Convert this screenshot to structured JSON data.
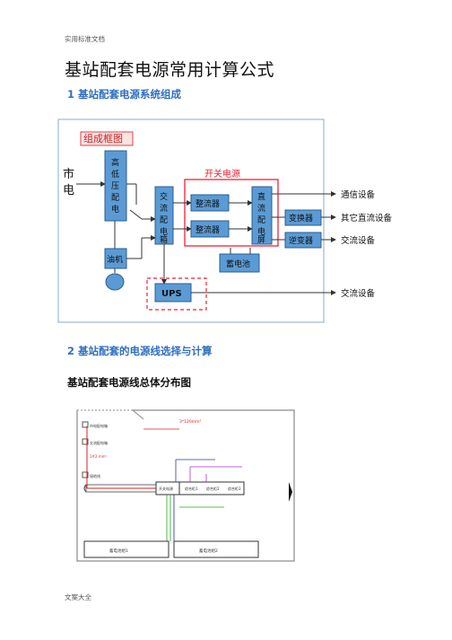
{
  "header": {
    "text": "实用标准文档"
  },
  "footer": {
    "text": "文案大全"
  },
  "title": "基站配套电源常用计算公式",
  "section1": {
    "heading": "1  基站配套电源系统组成"
  },
  "section2": {
    "heading": "2  基站配套的电源线选择与计算"
  },
  "subheading": "基站配套电源线总体分布图",
  "diagram1": {
    "frame_label": "组成框图",
    "mains": "市电",
    "hv_lv": "高低压配电",
    "ac_box": "交流配电箱",
    "switch_power": "开关电源",
    "rectifier1": "整流器",
    "rectifier2": "整流器",
    "dc_panel": "直流配电屏",
    "converter": "变换器",
    "inverter": "逆变器",
    "battery": "蓄电池",
    "generator": "油机",
    "ups": "UPS",
    "out_comm": "通信设备",
    "out_dc": "其它直流设备",
    "out_ac1": "交流设备",
    "out_ac2": "交流设备"
  },
  "diagram2": {
    "left_labels": [
      "市电配电箱",
      "交流配电箱",
      "1#2 mm²",
      "接地线"
    ],
    "red_text": "3*120mm²",
    "batt1": "蓄电池组1",
    "batt2": "蓄电池组2",
    "power_cab": "开关电源",
    "racks": [
      "综合柜1",
      "综合柜2",
      "综合柜3"
    ]
  }
}
